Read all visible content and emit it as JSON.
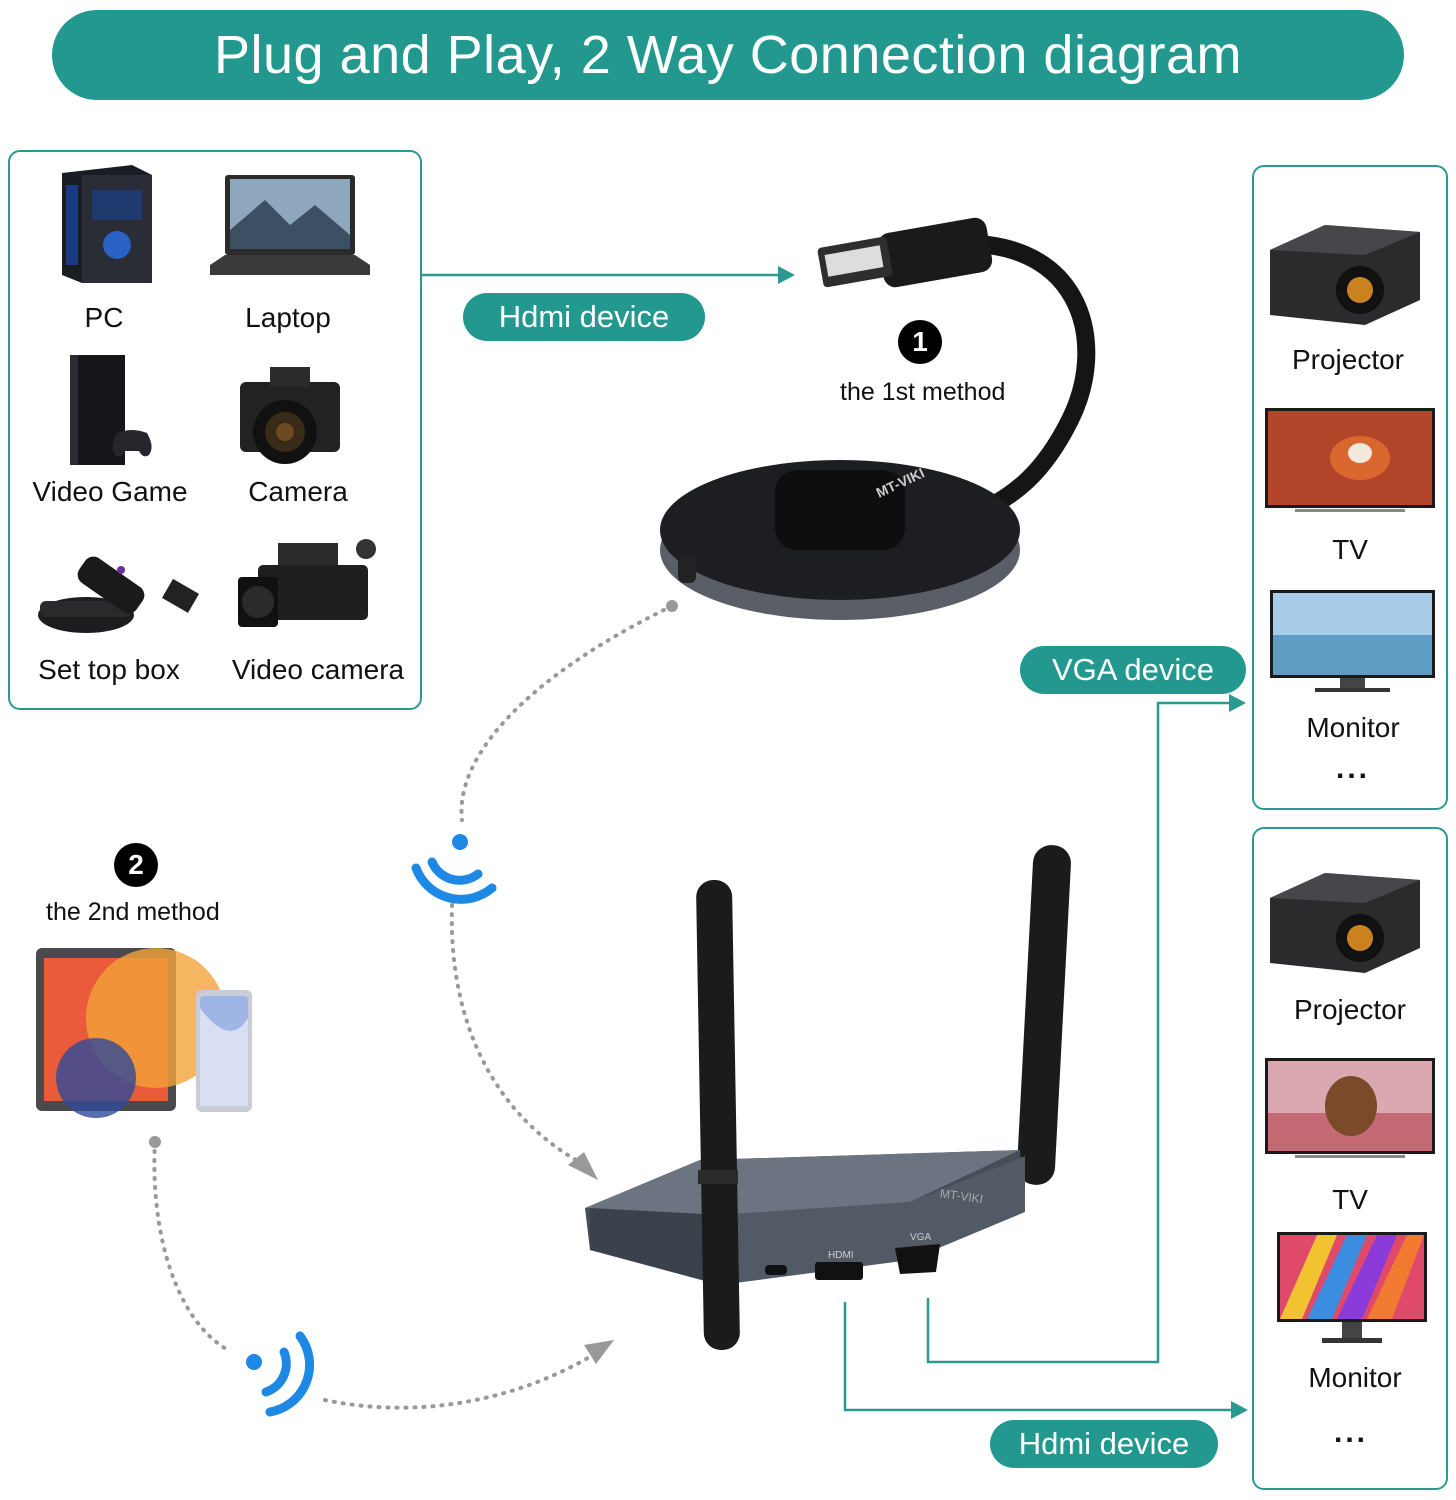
{
  "title": "Plug and Play, 2 Way Connection diagram",
  "source_devices": [
    {
      "label": "PC",
      "icon": "pc-tower-icon"
    },
    {
      "label": "Laptop",
      "icon": "laptop-icon"
    },
    {
      "label": "Video Game",
      "icon": "game-console-icon"
    },
    {
      "label": "Camera",
      "icon": "camera-icon"
    },
    {
      "label": "Set top box",
      "icon": "set-top-box-icon"
    },
    {
      "label": "Video camera",
      "icon": "video-camera-icon"
    }
  ],
  "hdmi_input_label": "Hdmi device",
  "method1": {
    "number": "1",
    "label": "the 1st method"
  },
  "method2": {
    "number": "2",
    "label": "the 2nd method"
  },
  "transmitter_brand": "MT-VIKI",
  "receiver_brand": "MT-VIKI",
  "receiver_ports": {
    "hdmi": "HDMI",
    "vga": "VGA"
  },
  "vga_output": {
    "label": "VGA device",
    "devices": [
      {
        "label": "Projector",
        "icon": "projector-icon"
      },
      {
        "label": "TV",
        "icon": "tv-icon"
      },
      {
        "label": "Monitor",
        "icon": "monitor-icon"
      }
    ],
    "more": "..."
  },
  "hdmi_output": {
    "label": "Hdmi device",
    "devices": [
      {
        "label": "Projector",
        "icon": "projector-icon"
      },
      {
        "label": "TV",
        "icon": "tv-icon"
      },
      {
        "label": "Monitor",
        "icon": "monitor-icon"
      }
    ],
    "more": "..."
  },
  "colors": {
    "accent": "#23988f",
    "panel_border": "#2a9a91",
    "wifi": "#1e88e5"
  }
}
